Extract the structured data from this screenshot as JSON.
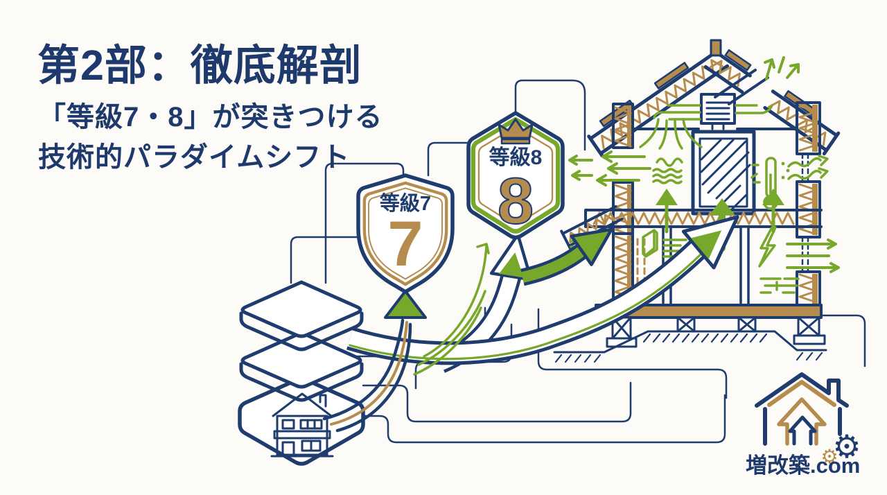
{
  "header": {
    "title": "第2部：徹底解剖",
    "subtitle_line1": "「等級7・8」が突きつける",
    "subtitle_line2": "技術的パラダイムシフト"
  },
  "badges": {
    "grade7": {
      "label": "等級7",
      "number": "7"
    },
    "grade8": {
      "label": "等級8",
      "number": "8"
    }
  },
  "logo": {
    "site_name": "増改築.com"
  },
  "icons": {
    "gear": "⚙"
  },
  "colors": {
    "navy": "#1f3c6e",
    "green": "#77a82b",
    "tan": "#b58c4e",
    "background": "#fcfbf7"
  }
}
